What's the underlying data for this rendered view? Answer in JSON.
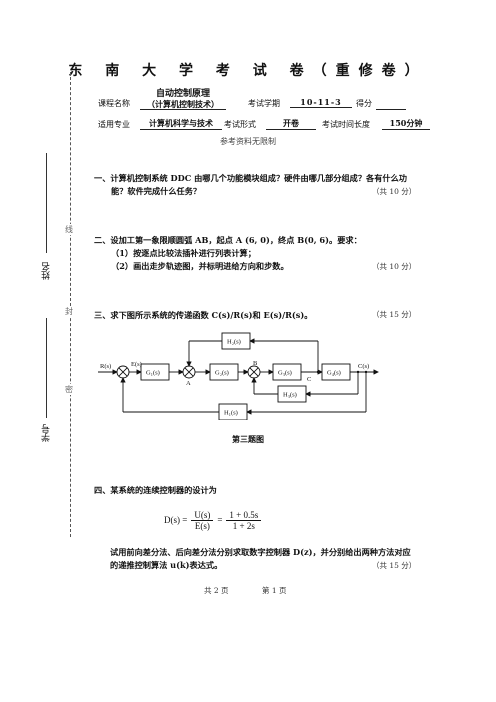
{
  "exam": {
    "title": "东 南 大 学 考 试 卷（重修卷）",
    "course_label": "课程名称",
    "course_name": "自动控制原理",
    "course_sub": "（计算机控制技术）",
    "term_label": "考试学期",
    "term": "10-11-3",
    "score_label": "得分",
    "major_label": "适用专业",
    "major": "计算机科学与技术",
    "form_label": "考试形式",
    "form": "开卷",
    "duration_label": "考试时间长度",
    "duration": "150分钟",
    "note": "参考资料无限制"
  },
  "side": {
    "name_label": "姓名",
    "id_label": "学号",
    "line_char": "线",
    "seal_char": "封",
    "secret_char": "密"
  },
  "questions": {
    "q1_line1": "一、计算机控制系统 DDC 由哪几个功能模块组成？硬件由哪几部分组成？各有什么功",
    "q1_line2": "能？软件完成什么任务？",
    "q1_score": "（共 10 分）",
    "q2_line1": "二、设加工第一象限顺圆弧 AB，起点 A (6, 0)，终点 B(0, 6)。要求：",
    "q2_line2": "（1）按逐点比较法插补进行列表计算；",
    "q2_line3": "（2）画出走步轨迹图，并标明进给方向和步数。",
    "q2_score": "（共 10 分）",
    "q3_line1": "三、求下图所示系统的传递函数 C(s)/R(s)和 E(s)/R(s)。",
    "q3_score": "（共 15 分）",
    "fig_caption": "第三题图",
    "q4_line1": "四、某系统的连续控制器的设计为",
    "q4_line2": "试用前向差分法、后向差分法分别求取数字控制器 D(z)，并分别给出两种方法对应",
    "q4_line3": "的递推控制算法 u(k)表达式。",
    "q4_score": "（共 15 分）"
  },
  "formula": {
    "lhs": "D(s) =",
    "num1": "U(s)",
    "den1": "E(s)",
    "eq": "=",
    "num2": "1 + 0.5s",
    "den2": "1 + 2s"
  },
  "diagram": {
    "R": "R(s)",
    "E": "E(s)",
    "G1": "G₁(s)",
    "G2": "G₂(s)",
    "G3": "G₃(s)",
    "G4": "G₄(s)",
    "H1": "H₁(s)",
    "H2": "H₂(s)",
    "H3": "H₃(s)",
    "C": "C(s)",
    "A": "A",
    "B": "B",
    "Cnode": "C"
  },
  "footer": {
    "total_pages": "共 2 页",
    "page": "第 1 页"
  }
}
